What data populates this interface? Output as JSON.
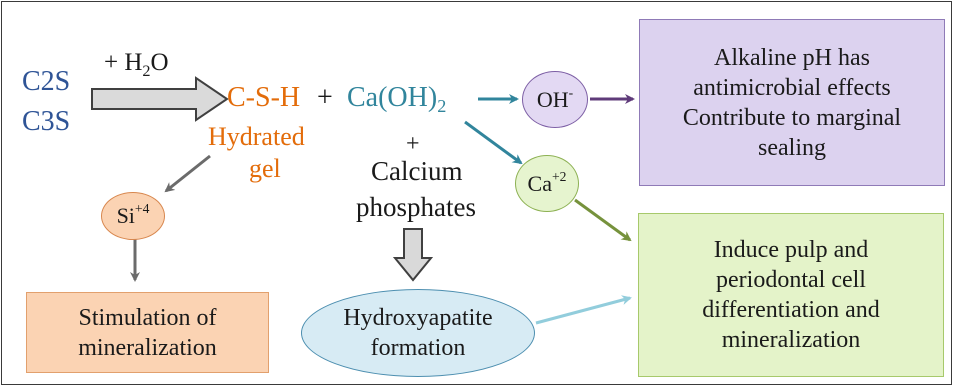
{
  "reactants": {
    "c2s": "C2S",
    "c3s": "C3S"
  },
  "water": {
    "prefix": "+ H",
    "sub": "2",
    "suffix": "O"
  },
  "csh": {
    "label": "C-S-H",
    "plus": "+"
  },
  "calcium_hydroxide": {
    "main": "Ca(OH)",
    "sub": "2"
  },
  "hydrated_gel": {
    "line1": "Hydrated",
    "line2": "gel"
  },
  "calcium_phosphates": {
    "plus": "+",
    "line1": "Calcium",
    "line2": "phosphates"
  },
  "ions": {
    "oh": {
      "base": "OH",
      "sup": "-"
    },
    "ca": {
      "base": "Ca",
      "sup": "+2"
    },
    "si": {
      "base": "Si",
      "sup": "+4"
    }
  },
  "outcomes": {
    "alkaline": [
      "Alkaline pH has",
      "antimicrobial effects",
      "Contribute to marginal",
      "sealing"
    ],
    "pulp": [
      "Induce pulp and",
      "periodontal cell",
      "differentiation and",
      "mineralization"
    ],
    "stimulation": [
      "Stimulation of",
      "mineralization"
    ],
    "hydroxyapatite": [
      "Hydroxyapatite",
      "formation"
    ]
  },
  "colors": {
    "reactant_text": "#2f5496",
    "csh_text": "#e36c0a",
    "caoh_text": "#31859c",
    "alkaline_box": "#dcd2ef",
    "pulp_box": "#e4f3c9",
    "stimulation_box": "#fbd3b3",
    "hydroxyapatite_ellipse": "#d7ebf4",
    "oh_circle": "#e3d9f3",
    "ca_circle": "#e6f4cf",
    "si_circle": "#fbd3b3"
  }
}
